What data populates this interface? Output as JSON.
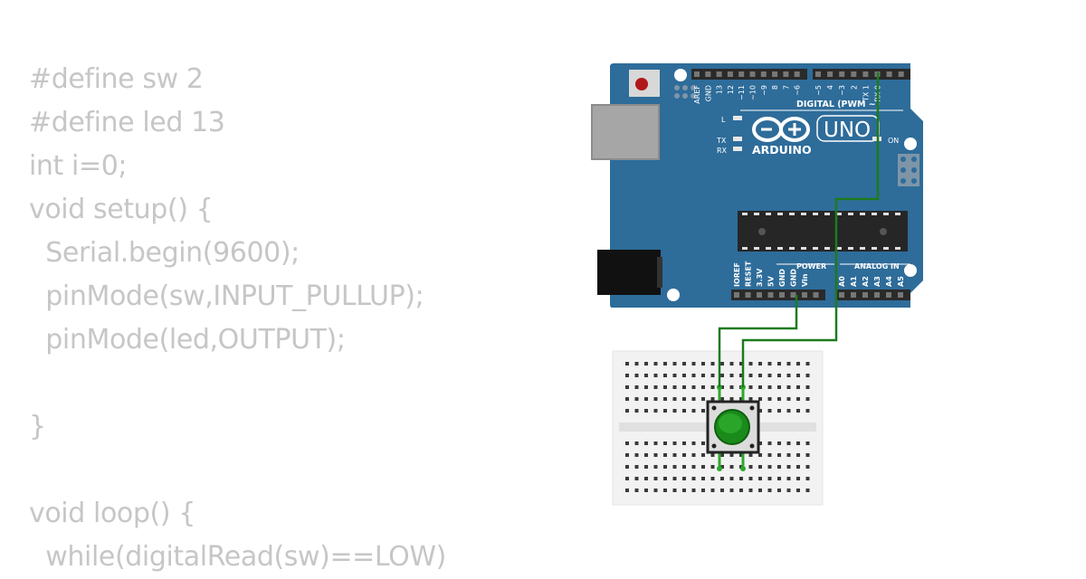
{
  "code": {
    "lines": [
      "#define sw 2",
      "#define led 13",
      "int i=0;",
      "void setup() {",
      "  Serial.begin(9600);",
      "  pinMode(sw,INPUT_PULLUP);",
      "  pinMode(led,OUTPUT);",
      "",
      "}",
      "",
      "void loop() {",
      "  while(digitalRead(sw)==LOW)"
    ]
  },
  "board": {
    "model": "UNO",
    "brand": "ARDUINO",
    "digital_header_label": "DIGITAL (PWM ~)",
    "power_label": "POWER",
    "analog_label": "ANALOG IN",
    "on_label": "ON",
    "l_label": "L",
    "tx_label": "TX",
    "rx_label": "RX",
    "digital_pins": [
      "AREF",
      "GND",
      "13",
      "12",
      "~11",
      "~10",
      "~9",
      "8",
      "7",
      "~6",
      "~5",
      "4",
      "~3",
      "2",
      "TX 1",
      "RX 0"
    ],
    "power_pins": [
      "IOREF",
      "RESET",
      "3.3V",
      "5V",
      "GND",
      "GND",
      "Vin"
    ],
    "analog_pins": [
      "A0",
      "A1",
      "A2",
      "A3",
      "A4",
      "A5"
    ]
  },
  "colors": {
    "board": "#2e6c9a",
    "wire": "#1e7a1e",
    "button": "#1a8a1a",
    "code_text": "#c6c6c6",
    "breadboard": "#f2f2f2"
  }
}
